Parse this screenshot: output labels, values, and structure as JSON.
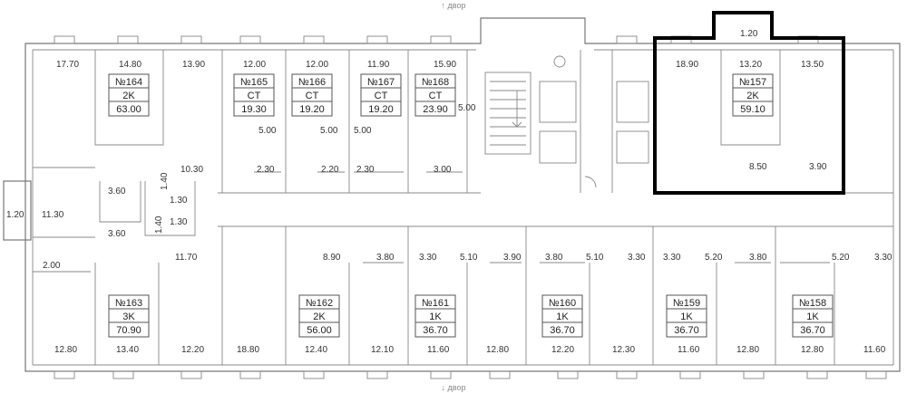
{
  "compass": {
    "top": "↑ двор",
    "bottom": "↓ двор"
  },
  "units": [
    {
      "num": "№164",
      "type": "2K",
      "area": "63.00"
    },
    {
      "num": "№165",
      "type": "CT",
      "area": "19.30"
    },
    {
      "num": "№166",
      "type": "CT",
      "area": "19.20"
    },
    {
      "num": "№167",
      "type": "CT",
      "area": "19.20"
    },
    {
      "num": "№168",
      "type": "CT",
      "area": "23.90"
    },
    {
      "num": "№157",
      "type": "2K",
      "area": "59.10"
    },
    {
      "num": "№163",
      "type": "3K",
      "area": "70.90"
    },
    {
      "num": "№162",
      "type": "2K",
      "area": "56.00"
    },
    {
      "num": "№161",
      "type": "1K",
      "area": "36.70"
    },
    {
      "num": "№160",
      "type": "1K",
      "area": "36.70"
    },
    {
      "num": "№159",
      "type": "1K",
      "area": "36.70"
    },
    {
      "num": "№158",
      "type": "1K",
      "area": "36.70"
    }
  ],
  "rooms": [
    "17.70",
    "14.80",
    "13.90",
    "12.00",
    "12.00",
    "11.90",
    "15.90",
    "18.90",
    "13.20",
    "13.50",
    "1.20",
    "5.00",
    "5.00",
    "5.00",
    "5.00",
    "2.30",
    "2.20",
    "2.30",
    "3.00",
    "10.30",
    "8.50",
    "3.90",
    "11.30",
    "1.20",
    "3.60",
    "1.40",
    "1.30",
    "1.30",
    "3.60",
    "1.40",
    "11.70",
    "2.00",
    "8.90",
    "3.80",
    "3.30",
    "5.10",
    "3.90",
    "3.80",
    "5.10",
    "3.30",
    "3.30",
    "5.20",
    "3.80",
    "5.20",
    "3.30",
    "12.80",
    "13.40",
    "12.20",
    "18.80",
    "12.40",
    "12.10",
    "11.60",
    "12.80",
    "12.20",
    "12.30",
    "11.60",
    "12.80",
    "12.80",
    "11.60"
  ]
}
